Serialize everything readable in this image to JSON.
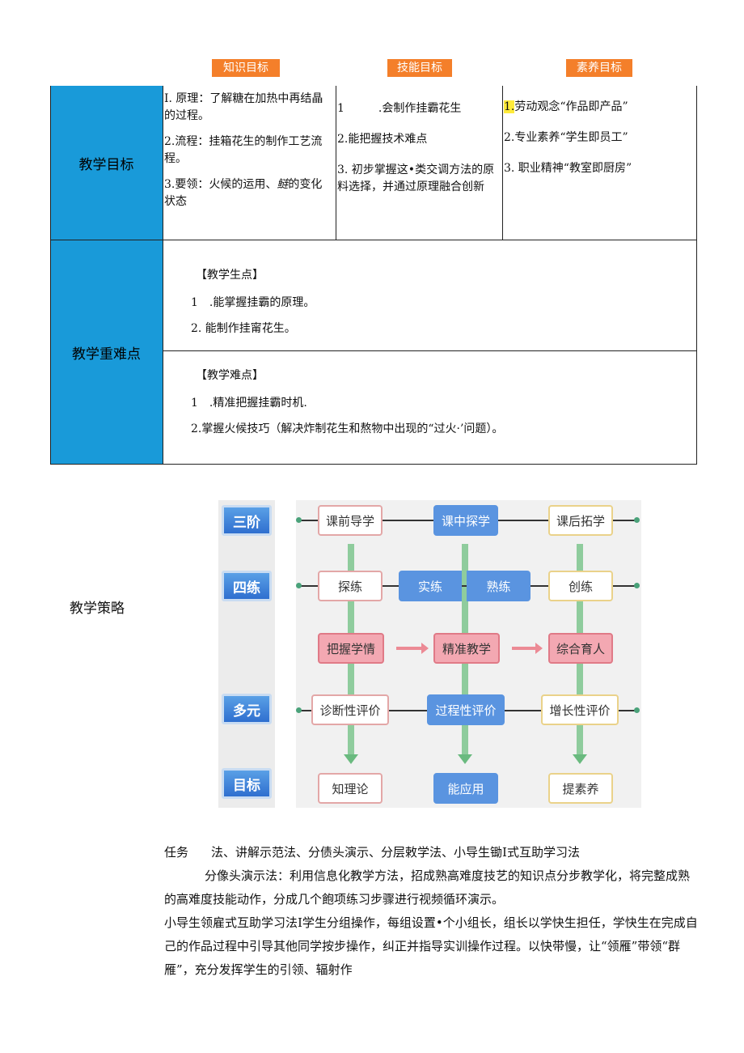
{
  "goal_headers": [
    "知识目标",
    "技能目标",
    "素养目标"
  ],
  "objectives": {
    "row_label": "教学目标",
    "knowledge": [
      "I. 原理：了解糖在加热中再结晶的过程。",
      "2.流程：挂箱花生的制作工艺流程。",
      "3.要领：火候的运用、",
      "的变化状态"
    ],
    "knowledge_glyph": "鲢",
    "skill": [
      "1　　　.会制作挂霸花生",
      "2.能把握技术难点",
      "3. 初步掌握这•类交调方法的原料选择，并通过原理融合创新"
    ],
    "literacy": [
      "1.",
      "劳动观念“作品即产品”",
      "2.专业素养“学生即员工”",
      "3. 职业精神“教室即厨房”"
    ]
  },
  "key_points": {
    "row_label": "教学重难点",
    "focus_title": "【教学生点】",
    "focus_items": [
      "1　.能掌握挂霸的原理。",
      "2. 能制作挂甯花生。"
    ],
    "difficulty_title": "【教学难点】",
    "difficulty_items": [
      "1　.精准把握挂霸时机.",
      "2.掌握火候技巧（解决炸制花生和熬物中出现的“过火·’问题）。"
    ]
  },
  "strategy": {
    "row_label": "教学策略",
    "levels": [
      "三阶",
      "四练",
      "多元",
      "目标"
    ],
    "stage_row": [
      "课前导学",
      "课中探学",
      "课后拓学"
    ],
    "practice_row": [
      "探练",
      "实练",
      "熟练",
      "创练"
    ],
    "pink_row": [
      "把握学情",
      "精准教学",
      "综合育人"
    ],
    "eval_row": [
      "诊断性评价",
      "过程性评价",
      "增长性评价"
    ],
    "goal_row": [
      "知理论",
      "能应用",
      "提素养"
    ]
  },
  "body_text": {
    "line1_prefix": "任务",
    "line1_rest": "法、讲解示范法、分债头演示、分层敕学法、小导生锄Ⅰ式互助学习法",
    "para2": "分像头演示法：利用信息化教学方法，招成熟高难度技艺的知识点分步教学化，将完整成熟的高难度技能动作，分成几个飽项练习步骤进行视频循环演示。",
    "para3": "小导生领雇式互助学习法I学生分组操作，每组设置•个小组长，组长以学快生担任，学快生在完成自己的作品过程中引导其他同学按步操作，纠正并指导实训操作过程。以快带慢，让“领雁”带领“群雁”，充分发挥学生的引领、辐射作"
  }
}
